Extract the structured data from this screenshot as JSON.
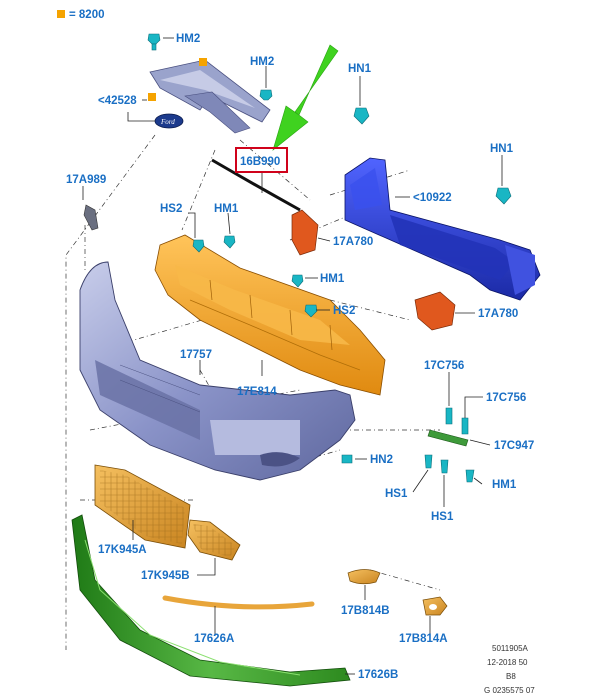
{
  "legend": {
    "swatch_color": "#f5a300",
    "text": "= 8200"
  },
  "labels": {
    "hm2_top": "HM2",
    "hm2_grille": "HM2",
    "hn1_left": "HN1",
    "hn1_right": "HN1",
    "ref_42528": "<42528",
    "part_16b990": "16B990",
    "ref_10922": "<10922",
    "part_17a989": "17A989",
    "hs2_left": "HS2",
    "hm1_left": "HM1",
    "part_17a780_top": "17A780",
    "hm1_mid": "HM1",
    "hs2_mid": "HS2",
    "part_17a780_right": "17A780",
    "part_17757": "17757",
    "part_17e814": "17E814",
    "part_17c756_a": "17C756",
    "part_17c756_b": "17C756",
    "part_17c947": "17C947",
    "hn2": "HN2",
    "hm1_right": "HM1",
    "hs1_left": "HS1",
    "hs1_right": "HS1",
    "part_17k945a": "17K945A",
    "part_17k945b": "17K945B",
    "part_17b814b": "17B814B",
    "part_17626a": "17626A",
    "part_17b814a": "17B814A",
    "part_17626b": "17626B"
  },
  "footer": {
    "line1": "5011905A",
    "line2": "12-2018 50",
    "line3": "B8",
    "line4": "G 0235575 07"
  },
  "highlight": {
    "color": "#d0021b",
    "arrow_color": "#3fd21f"
  },
  "part_colors": {
    "bumper_cover": "#8a93c8",
    "absorber": "#f2a020",
    "reinforcement": "#2a3fcf",
    "lower_trim": "#2d8a1f",
    "grille": "#e8a53a",
    "bracket": "#e0581e",
    "clip": "#19b6c4",
    "grille_upper": "#9aa3cc"
  },
  "icons": {
    "ford_badge": "ford-oval-badge-icon",
    "pointer": "green-arrow-icon"
  }
}
